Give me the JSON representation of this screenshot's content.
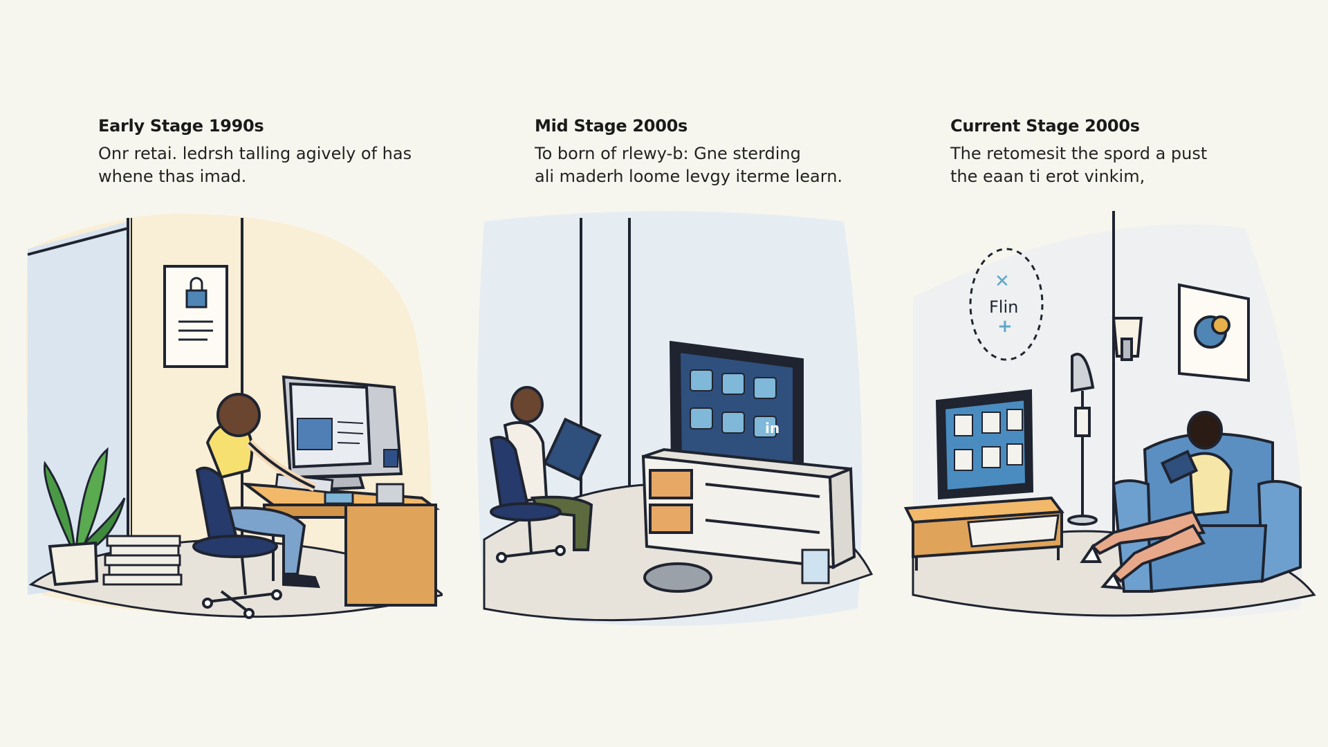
{
  "stages": [
    {
      "title": "Early Stage 1990s",
      "description_lines": [
        "Onr retai. ledrsh talling agively of has",
        "whene thas imad."
      ]
    },
    {
      "title": "Mid Stage 2000s",
      "description_lines": [
        "To born of rlewy-b: Gne sterding",
        "ali maderh loome levgy iterme learn."
      ]
    },
    {
      "title": "Current Stage 2000s",
      "description_lines": [
        "The retomesit the spord a  pust",
        "the eaan ti erot vinkim,"
      ]
    }
  ],
  "scene3_bubble_text": "Flin",
  "colors": {
    "background": "#f7f6ee",
    "outline": "#1f2430",
    "desk": "#e0a35a",
    "chair": "#263a6b",
    "screen": "#3e6f9a",
    "sofa": "#5b8fc2",
    "accent_icon": "#5fa8c8"
  }
}
